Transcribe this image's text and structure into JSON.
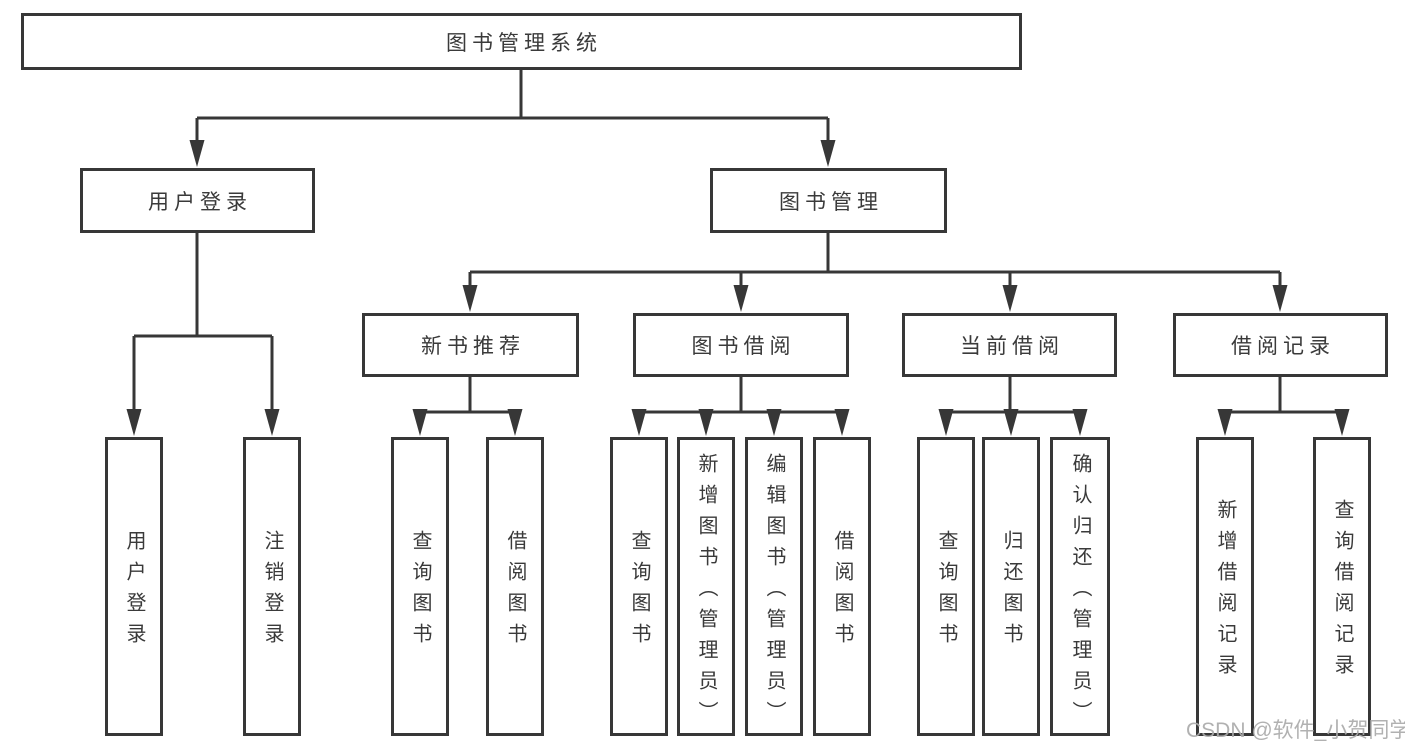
{
  "diagram": {
    "root": {
      "label": "图书管理系统",
      "children": [
        {
          "label": "用户登录",
          "children": [
            {
              "label": "用户登录"
            },
            {
              "label": "注销登录"
            }
          ]
        },
        {
          "label": "图书管理",
          "children": [
            {
              "label": "新书推荐",
              "children": [
                {
                  "label": "查询图书"
                },
                {
                  "label": "借阅图书"
                }
              ]
            },
            {
              "label": "图书借阅",
              "children": [
                {
                  "label": "查询图书"
                },
                {
                  "label": "新增图书（管理员）"
                },
                {
                  "label": "编辑图书（管理员）"
                },
                {
                  "label": "借阅图书"
                }
              ]
            },
            {
              "label": "当前借阅",
              "children": [
                {
                  "label": "查询图书"
                },
                {
                  "label": "归还图书"
                },
                {
                  "label": "确认归还（管理员）"
                }
              ]
            },
            {
              "label": "借阅记录",
              "children": [
                {
                  "label": "新增借阅记录"
                },
                {
                  "label": "查询借阅记录"
                }
              ]
            }
          ]
        }
      ]
    }
  },
  "watermark": {
    "text": "CSDN @软件_小贺同学"
  },
  "colors": {
    "line": "#373737",
    "box_border": "#373737",
    "text": "#3a3a3a",
    "watermark": "#ababab",
    "background": "#ffffff"
  }
}
